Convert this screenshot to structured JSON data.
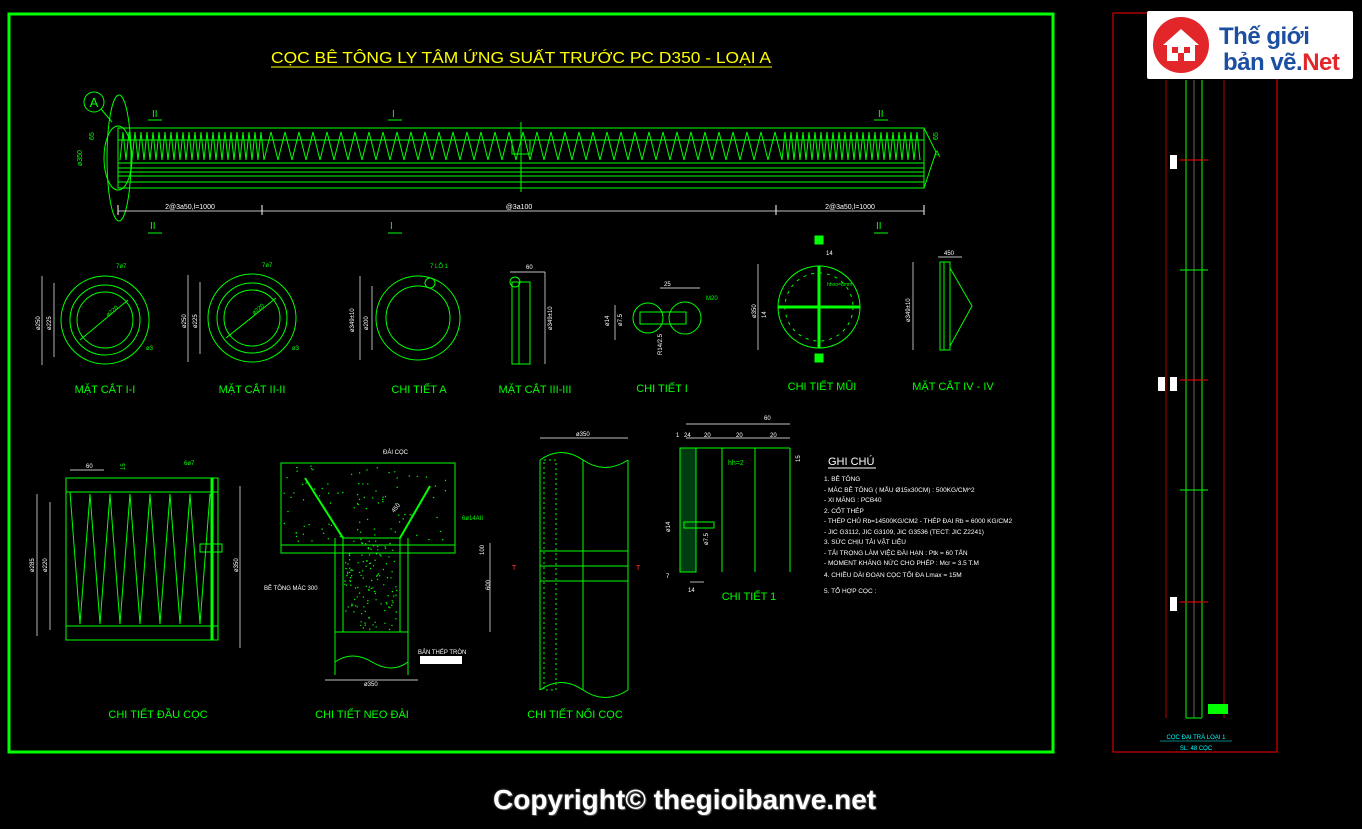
{
  "sheet": {
    "title": "CỌC BÊ TÔNG LY TÂM ỨNG SUẤT TRƯỚC PC D350 - LOẠI A"
  },
  "elevation": {
    "section_marks": [
      "II",
      "I",
      "II"
    ],
    "section_marks_bottom": [
      "II",
      "I",
      "II"
    ],
    "detail_bubble": "A",
    "tip_mark": "A",
    "dim_left": "2@3a50,l=1000",
    "dim_mid": "@3a100",
    "dim_right": "2@3a50,l=1000",
    "dia_label": "ø350",
    "end_dim_left": "65",
    "end_dim_right": "65"
  },
  "details": {
    "sec1": {
      "label": "MẶT CẮT I-I",
      "dim1": "ø250",
      "dim2": "ø225",
      "rebar": "7ø7",
      "inner": "ø220",
      "spiral": "ø3"
    },
    "sec2": {
      "label": "MẶT CẮT II-II",
      "dim1": "ø250",
      "dim2": "ø225",
      "rebar": "7ø7",
      "inner": "ø220",
      "spiral": "ø3"
    },
    "detA": {
      "label": "CHI TIẾT A",
      "dim1": "ø349±10",
      "dim2": "ø200",
      "note": "7 LỖ 1"
    },
    "sec3": {
      "label": "MẶT CẮT III-III",
      "top": "60",
      "dim": "ø349±10"
    },
    "det1s": {
      "label": "CHI TIẾT I",
      "d1": "25",
      "d2": "M20",
      "d3": "ø14",
      "d4": "ø7.5",
      "d5": "R14/2.5"
    },
    "detTip": {
      "label": "CHI TIẾT MŨI",
      "top": "14",
      "dia": "ø350",
      "side": "14",
      "note": "hhoo=8mm"
    },
    "sec4": {
      "label": "MẶT CẮT IV - IV",
      "top": "450",
      "dim": "ø349±10"
    }
  },
  "bottom": {
    "head": {
      "label": "CHI TIẾT ĐẦU CỌC",
      "top": "60",
      "top2": "15",
      "rebar": "6ø7",
      "dim1": "ø285",
      "dim2": "ø220",
      "dim3": "ø350"
    },
    "anchor": {
      "label": "CHI TIẾT NEO ĐÀI",
      "cap": "ĐÀI CỌC",
      "angle": "450",
      "bar": "6ø14AII",
      "conc": "BÊ TÔNG MÁC 300",
      "plate": "BẢN THÉP TRÒN",
      "dim_bottom": "ø350",
      "dim_side": "600",
      "dim_top": "100"
    },
    "joint": {
      "label": "CHI TIẾT NỐI CỌC",
      "dim_top": "ø350"
    },
    "det1": {
      "label": "CHI TIẾT 1",
      "top": "60",
      "d_a": "1",
      "d_b": "24",
      "d_c": "20",
      "d_d": "20",
      "d_e": "20",
      "hh": "hh=2",
      "side": "15",
      "d_left": "ø14",
      "d_right": "ø7.5",
      "bot1": "7",
      "bot2": "14"
    }
  },
  "notes": {
    "heading": "GHI CHÚ",
    "lines": [
      "1. BÊ TÔNG",
      "- MÁC BÊ TÔNG ( MẪU Ø15x30CM) : 500KG/CM^2",
      "- XI MĂNG : PCB40",
      "2. CỐT THÉP",
      "- THÉP CHỦ Rb=14500KG/CM2 - THÉP ĐAI Rb = 6000 KG/CM2",
      "- JIC G3112, JIC G3109, JIC G3536 (TECT: JIC Z2241)",
      "3. SỨC CHỊU TẢI VẬT LIỆU",
      "- TẢI TRỌNG LÀM VIỆC ĐÀI HẠN  : Ptk = 60 TẤN",
      "- MOMENT KHÁNG NỨC CHO PHÉP :  Mcr =  3.5 T.M",
      "4. CHIỀU DÀI ĐOẠN CỌC TỐI ĐA Lmax  = 15M",
      "",
      "5. TỔ HỢP CỌC :"
    ]
  },
  "right_panel": {
    "caption1": "CỌC ĐẠI TRÀ LOẠI 1",
    "caption2": "SL: 48 CỌC"
  },
  "logo": {
    "line1": "Thế giới",
    "line2a": "bản vẽ.",
    "line2b": "Net"
  },
  "copyright": "Copyright© thegioibanve.net",
  "colors": {
    "cad_green": "#00ff00",
    "background": "#000000",
    "red_frame": "#ff0000",
    "logo_red": "#e3262a",
    "logo_blue": "#1d4fa0"
  }
}
